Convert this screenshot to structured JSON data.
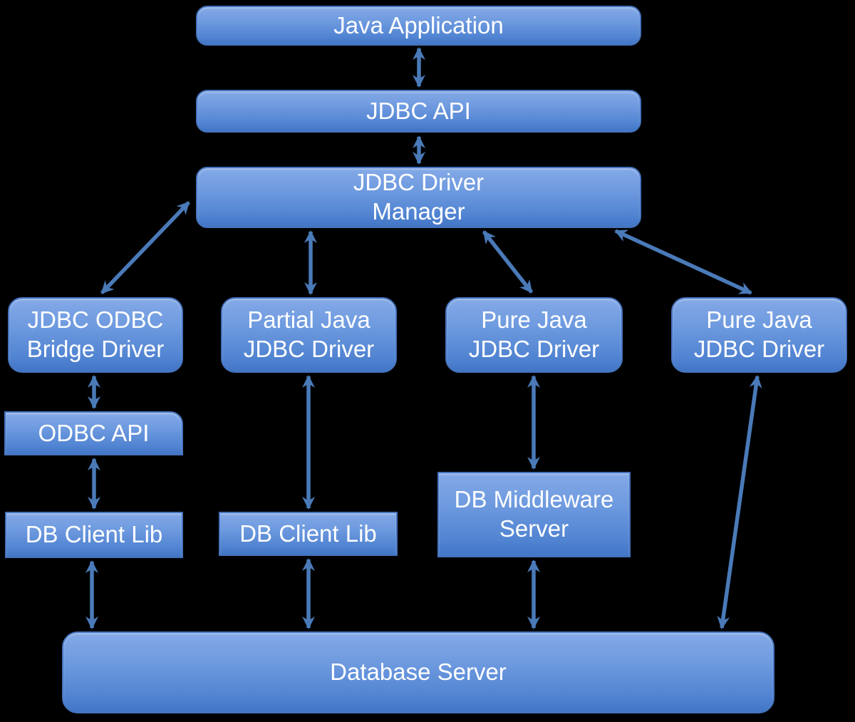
{
  "diagram": {
    "title": "JDBC architecture diagram",
    "background_color": "#000000",
    "node_fill_top": "#84a9e7",
    "node_fill_bottom": "#4276c6",
    "node_border_color": "#4673bd",
    "arrow_color": "#4a7ab8",
    "text_color": "#ffffff",
    "nodes": {
      "java_application": {
        "label": "Java Application"
      },
      "jdbc_api": {
        "label": "JDBC API"
      },
      "jdbc_driver_manager": {
        "label": "JDBC Driver\nManager"
      },
      "jdbc_odbc_bridge_driver": {
        "label": "JDBC ODBC\nBridge Driver"
      },
      "partial_java_jdbc_driver": {
        "label": "Partial Java\nJDBC Driver"
      },
      "pure_java_jdbc_driver_1": {
        "label": "Pure Java\nJDBC Driver"
      },
      "pure_java_jdbc_driver_2": {
        "label": "Pure Java\nJDBC Driver"
      },
      "odbc_api": {
        "label": "ODBC API"
      },
      "db_client_lib_1": {
        "label": "DB Client Lib"
      },
      "db_client_lib_2": {
        "label": "DB Client Lib"
      },
      "db_middleware_server": {
        "label": "DB Middleware\nServer"
      },
      "database_server": {
        "label": "Database Server"
      }
    },
    "edges": [
      {
        "from": "java_application",
        "to": "jdbc_api",
        "bidirectional": true
      },
      {
        "from": "jdbc_api",
        "to": "jdbc_driver_manager",
        "bidirectional": true
      },
      {
        "from": "jdbc_driver_manager",
        "to": "jdbc_odbc_bridge_driver",
        "bidirectional": true
      },
      {
        "from": "jdbc_driver_manager",
        "to": "partial_java_jdbc_driver",
        "bidirectional": true
      },
      {
        "from": "jdbc_driver_manager",
        "to": "pure_java_jdbc_driver_1",
        "bidirectional": true
      },
      {
        "from": "jdbc_driver_manager",
        "to": "pure_java_jdbc_driver_2",
        "bidirectional": true
      },
      {
        "from": "jdbc_odbc_bridge_driver",
        "to": "odbc_api",
        "bidirectional": true
      },
      {
        "from": "odbc_api",
        "to": "db_client_lib_1",
        "bidirectional": true
      },
      {
        "from": "db_client_lib_1",
        "to": "database_server",
        "bidirectional": true
      },
      {
        "from": "partial_java_jdbc_driver",
        "to": "db_client_lib_2",
        "bidirectional": true
      },
      {
        "from": "db_client_lib_2",
        "to": "database_server",
        "bidirectional": true
      },
      {
        "from": "pure_java_jdbc_driver_1",
        "to": "db_middleware_server",
        "bidirectional": true
      },
      {
        "from": "db_middleware_server",
        "to": "database_server",
        "bidirectional": true
      },
      {
        "from": "pure_java_jdbc_driver_2",
        "to": "database_server",
        "bidirectional": true
      }
    ]
  }
}
